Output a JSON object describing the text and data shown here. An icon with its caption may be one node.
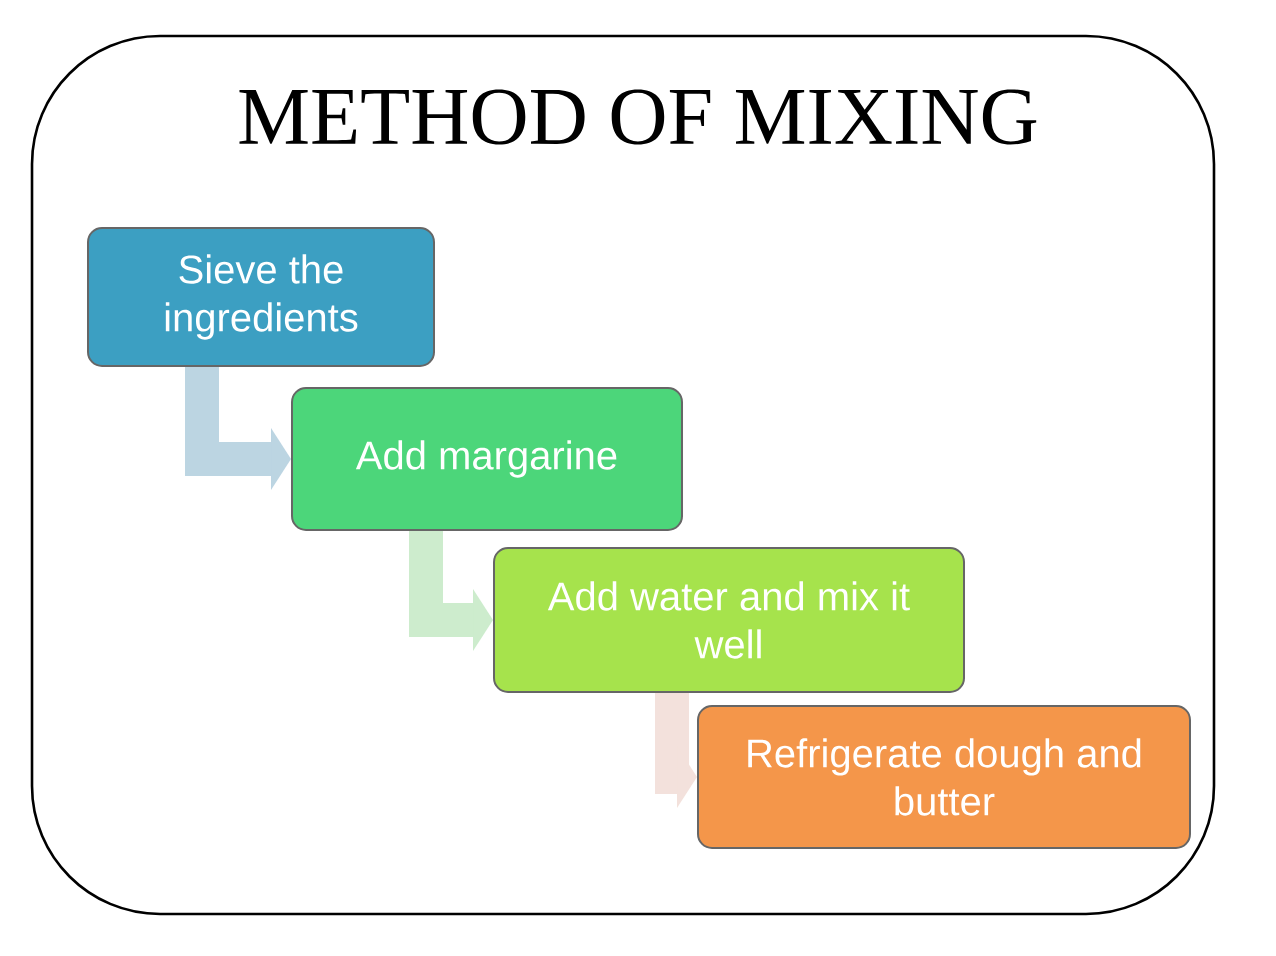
{
  "diagram": {
    "title": "METHOD OF MIXING",
    "nodes": [
      {
        "text": [
          "Sieve the ingredients"
        ]
      },
      {
        "text": [
          "Add margarine"
        ]
      },
      {
        "text": [
          "Add water and mix it well"
        ]
      },
      {
        "text": [
          "Refrigerate dough and butter"
        ]
      }
    ],
    "edges": [
      {
        "from": 0,
        "to": 1,
        "arrow": "to",
        "color": "#bcd5e2"
      },
      {
        "from": 1,
        "to": 2,
        "arrow": "to",
        "color": "#cdeccd"
      },
      {
        "from": 2,
        "to": 3,
        "arrow": "to",
        "color": "#f3e1dc"
      }
    ]
  }
}
